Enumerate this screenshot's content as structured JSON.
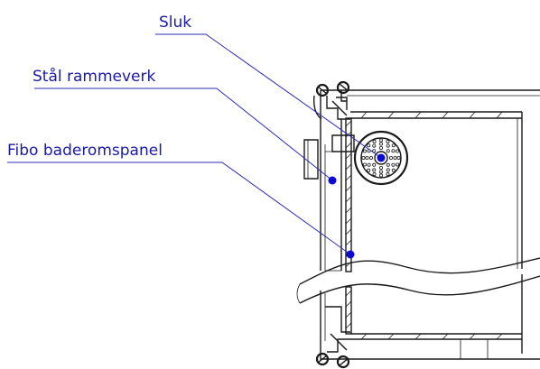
{
  "labels": {
    "drain": "Sluk",
    "steel_frame": "Stål rammeverk",
    "panel": "Fibo baderomspanel"
  },
  "colors": {
    "label_text": "#1a1aa6",
    "leader_line": "#2b2bb8",
    "marker_dot": "#0a0ad0",
    "drawing_ink": "#1a1a1a",
    "background": "#ffffff"
  }
}
